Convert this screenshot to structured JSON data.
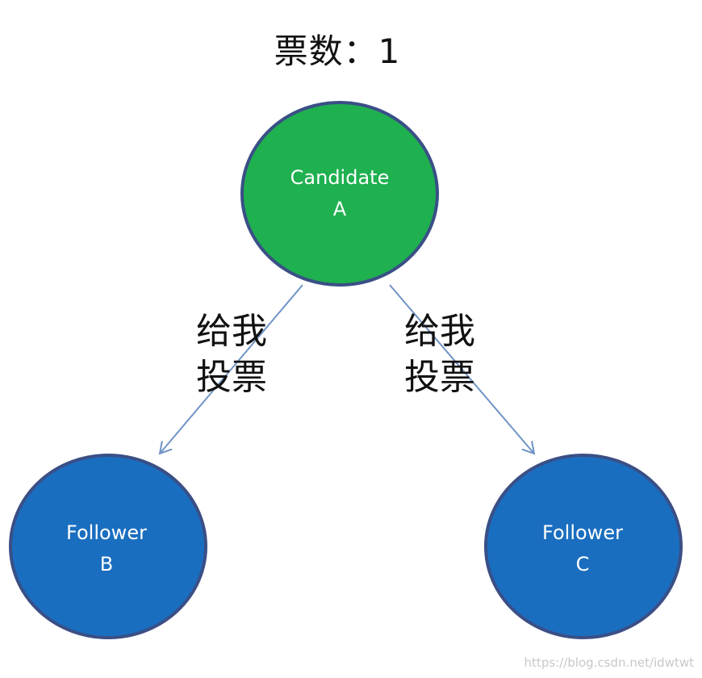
{
  "header": {
    "vote_count_text": "票数：1"
  },
  "nodes": {
    "candidate": {
      "line1": "Candidate",
      "line2": "A",
      "fill": "#1fb050",
      "stroke": "#3a4f86"
    },
    "follower_b": {
      "line1": "Follower",
      "line2": "B",
      "fill": "#1a6ec0",
      "stroke": "#3a4f86"
    },
    "follower_c": {
      "line1": "Follower",
      "line2": "C",
      "fill": "#1a6ec0",
      "stroke": "#3a4f86"
    }
  },
  "edges": {
    "to_b": {
      "label_line1": "给我",
      "label_line2": "投票",
      "color": "#6f93c6"
    },
    "to_c": {
      "label_line1": "给我",
      "label_line2": "投票",
      "color": "#6f93c6"
    }
  },
  "watermark": "https://blog.csdn.net/idwtwt"
}
